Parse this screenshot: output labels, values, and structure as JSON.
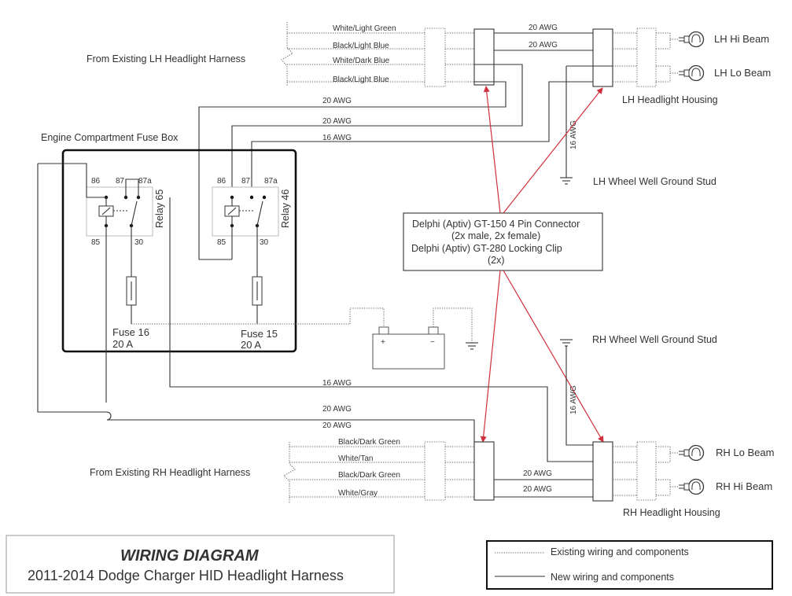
{
  "colors": {
    "wire": "#333333",
    "callout": "#d0303b",
    "fuse_box_border": "#111111"
  },
  "icons": [
    "bulb-icon",
    "ground-icon",
    "battery-icon",
    "fuse-icon",
    "relay-icon",
    "arrowhead-icon"
  ],
  "lh_harness": {
    "label": "From Existing LH Headlight Harness",
    "wires": [
      "White/Light Green",
      "Black/Light Blue",
      "White/Dark Blue",
      "Black/Light Blue"
    ]
  },
  "rh_harness": {
    "label": "From Existing RH Headlight Harness",
    "wires": [
      "Black/Dark Green",
      "White/Tan",
      "Black/Dark Green",
      "White/Gray"
    ]
  },
  "lh_housing": {
    "label": "LH Headlight Housing",
    "wire_top": "20 AWG",
    "wire_bottom": "20 AWG",
    "beams": [
      "LH Hi Beam",
      "LH Lo Beam"
    ]
  },
  "rh_housing": {
    "label": "RH Headlight Housing",
    "wire_top": "20 AWG",
    "wire_bottom": "20 AWG",
    "beams": [
      "RH Lo Beam",
      "RH Hi Beam"
    ]
  },
  "fuse_box": {
    "label": "Engine Compartment Fuse Box"
  },
  "relays": [
    {
      "name": "Relay 65",
      "pin86": "86",
      "pin87": "87",
      "pin87a": "87a",
      "pin85": "85",
      "pin30": "30"
    },
    {
      "name": "Relay 46",
      "pin86": "86",
      "pin87": "87",
      "pin87a": "87a",
      "pin85": "85",
      "pin30": "30"
    }
  ],
  "fuses": [
    {
      "name": "Fuse 16",
      "rating": "20 A"
    },
    {
      "name": "Fuse 15",
      "rating": "20 A"
    }
  ],
  "battery": {
    "plus": "+",
    "minus": "−"
  },
  "upper_wires": {
    "a": "20 AWG",
    "b": "20 AWG",
    "c": "16 AWG",
    "ground": "16 AWG"
  },
  "lower_wires": {
    "a": "16 AWG",
    "b": "20 AWG",
    "c": "20 AWG",
    "ground": "16 AWG"
  },
  "grounds": {
    "lh": "LH Wheel Well Ground Stud",
    "rh": "RH Wheel Well Ground Stud"
  },
  "connector_note": {
    "line1": "Delphi (Aptiv) GT-150 4 Pin Connector",
    "line2": "(2x male, 2x female)",
    "line3": "Delphi (Aptiv) GT-280 Locking Clip",
    "line4": "(2x)"
  },
  "title": {
    "main": "WIRING DIAGRAM",
    "sub": "2011-2014 Dodge Charger HID Headlight Harness"
  },
  "legend": {
    "existing": "Existing wiring and components",
    "new": "New wiring and components"
  }
}
